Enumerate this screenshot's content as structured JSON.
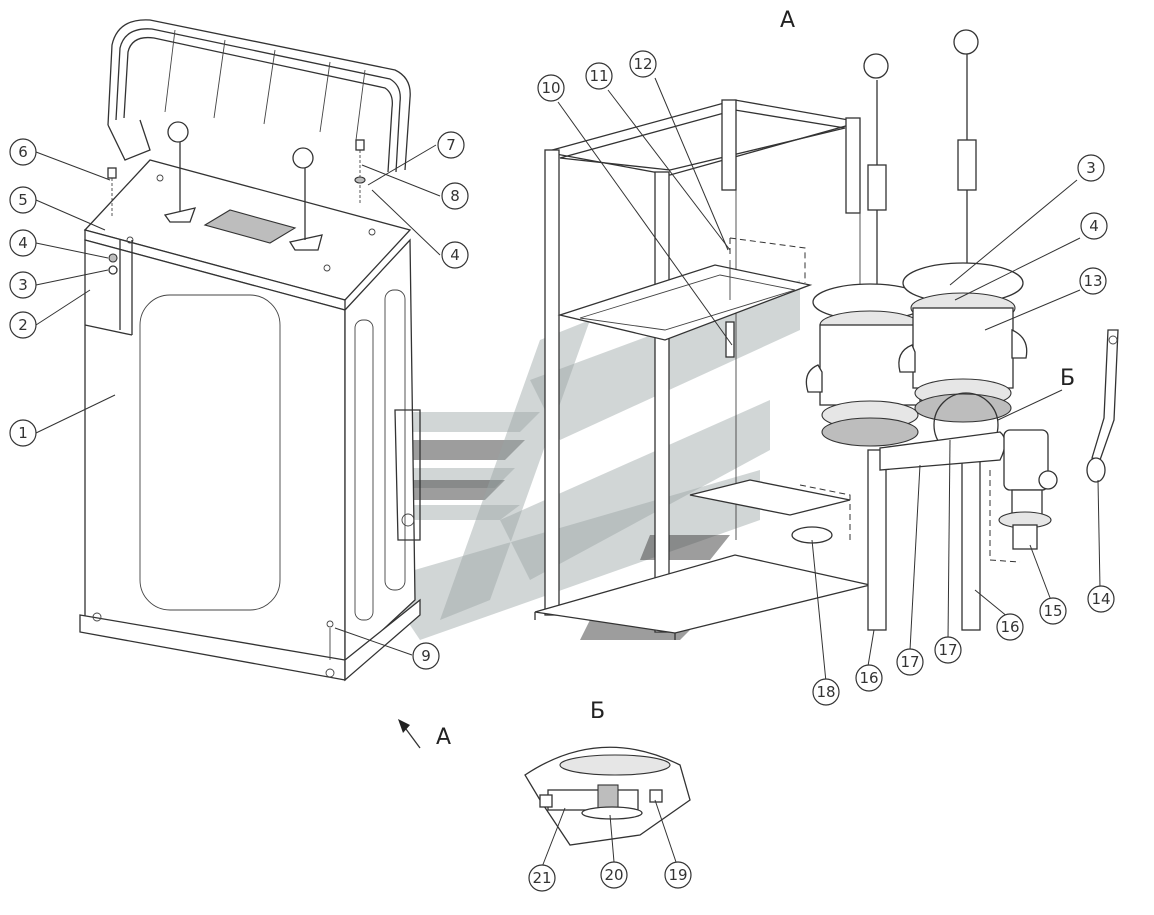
{
  "view_labels": {
    "view_a_top": "А",
    "view_a_arrow": "А",
    "view_b": "Б",
    "view_b_marker": "Б"
  },
  "callouts": {
    "c1": "1",
    "c2": "2",
    "c3": "3",
    "c4": "4",
    "c5": "5",
    "c6": "6",
    "c7": "7",
    "c8": "8",
    "c4b": "4",
    "c9": "9",
    "c10": "10",
    "c11": "11",
    "c12": "12",
    "c3r": "3",
    "c4r": "4",
    "c13": "13",
    "c14": "14",
    "c15": "15",
    "c16": "16",
    "c16b": "16",
    "c17": "17",
    "c17b": "17",
    "c18": "18",
    "c19": "19",
    "c20": "20",
    "c21": "21"
  },
  "colors": {
    "line": "#333333",
    "watermark_light": "#9aa5a5",
    "watermark_dark": "#4d4d4d"
  }
}
